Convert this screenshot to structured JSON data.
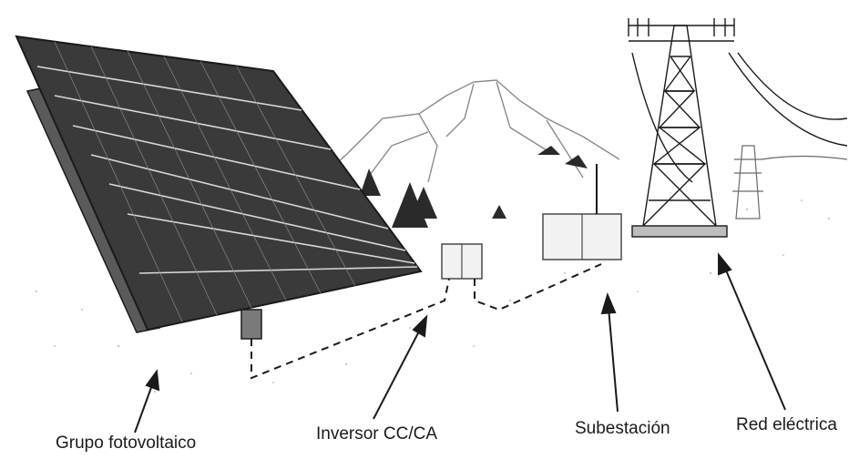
{
  "labels": {
    "pv_array": "Grupo fotovoltaico",
    "inverter": "Inversor CC/CA",
    "substation": "Subestación",
    "grid": "Red eléctrica"
  },
  "colors": {
    "ink": "#1a1a1a",
    "panel_dark": "#3a3a3a",
    "panel_line": "#d8d8d8",
    "box_fill": "#f2f2f2",
    "box_line": "#6a6a6a"
  }
}
